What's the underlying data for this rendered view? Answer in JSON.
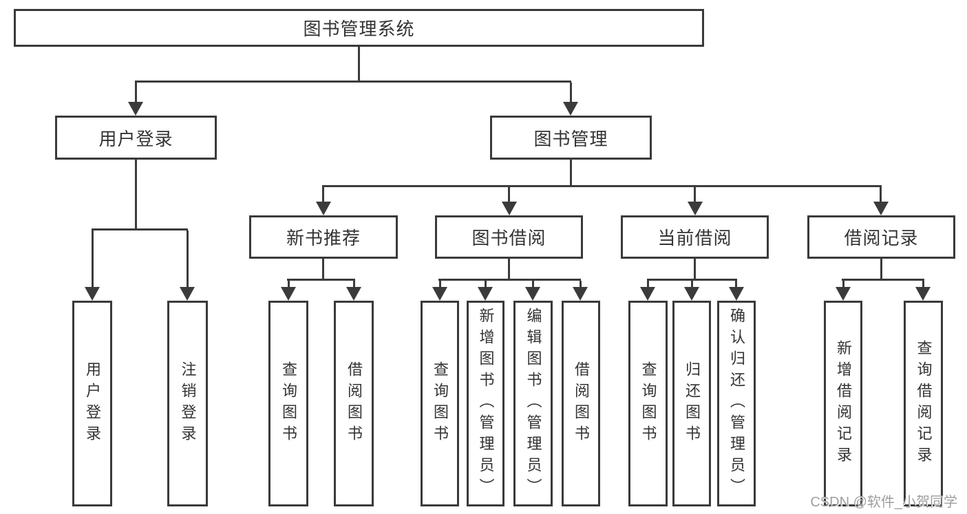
{
  "diagram": {
    "root": {
      "label": "图书管理系统"
    },
    "level2": [
      {
        "label": "用户登录"
      },
      {
        "label": "图书管理"
      }
    ],
    "level3": [
      {
        "label": "新书推荐"
      },
      {
        "label": "图书借阅"
      },
      {
        "label": "当前借阅"
      },
      {
        "label": "借阅记录"
      }
    ],
    "leaves": [
      {
        "label": "用户登录"
      },
      {
        "label": "注销登录"
      },
      {
        "label": "查询图书"
      },
      {
        "label": "借阅图书"
      },
      {
        "label": "查询图书"
      },
      {
        "label": "新增图书（管理员）"
      },
      {
        "label": "编辑图书（管理员）"
      },
      {
        "label": "借阅图书"
      },
      {
        "label": "查询图书"
      },
      {
        "label": "归还图书"
      },
      {
        "label": "确认归还（管理员）"
      },
      {
        "label": "新增借阅记录"
      },
      {
        "label": "查询借阅记录"
      }
    ],
    "watermark": "CSDN @软件_小贺同学",
    "colors": {
      "line": "#3b3b3b",
      "text": "#333333",
      "background": "#ffffff",
      "watermark": "#9e9e9e"
    }
  }
}
